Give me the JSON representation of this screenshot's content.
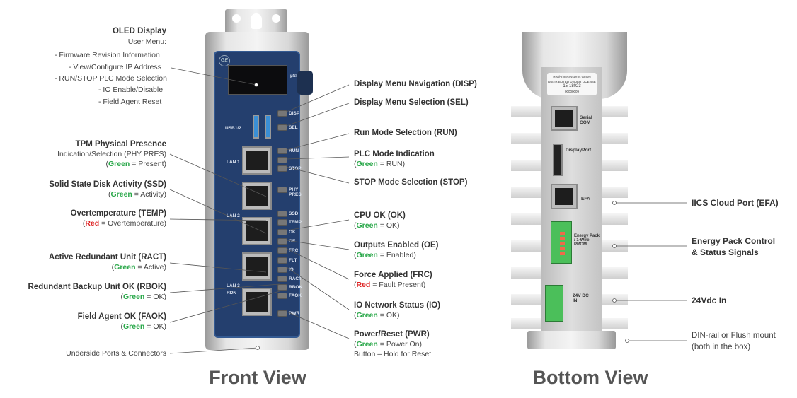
{
  "front": {
    "title": "Front View",
    "oled": {
      "title": "OLED Display",
      "menu": "User Menu:",
      "items": [
        "-  Firmware Revision Information",
        "-  View/Configure IP Address",
        "-  RUN/STOP PLC Mode Selection",
        "-  IO Enable/Disable",
        "-  Field Agent Reset"
      ]
    },
    "tpm": {
      "title": "TPM Physical Presence",
      "line1": "Indication/Selection (PHY PRES)",
      "state": "Green",
      "desc": " = Present)"
    },
    "ssd": {
      "title": "Solid State Disk Activity (SSD)",
      "state": "Green",
      "desc": " = Activity)"
    },
    "temp": {
      "title": "Overtemperature (TEMP)",
      "state": "Red",
      "desc": " = Overtemperature)"
    },
    "ract": {
      "title": "Active Redundant Unit (RACT)",
      "state": "Green",
      "desc": " = Active)"
    },
    "rbok": {
      "title": "Redundant Backup Unit OK (RBOK)",
      "state": "Green",
      "desc": " = OK)"
    },
    "faok": {
      "title": "Field Agent OK (FAOK)",
      "state": "Green",
      "desc": " = OK)"
    },
    "underside": "Underside Ports & Connectors",
    "disp": "Display Menu Navigation (DISP)",
    "sel": "Display Menu Selection (SEL)",
    "run": "Run Mode Selection (RUN)",
    "plc": {
      "title": "PLC Mode Indication",
      "state": "Green",
      "desc": " = RUN)"
    },
    "stop": "STOP Mode Selection (STOP)",
    "ok": {
      "title": "CPU OK (OK)",
      "state": "Green",
      "desc": " = OK)"
    },
    "oe": {
      "title": "Outputs Enabled (OE)",
      "state": "Green",
      "desc": " = Enabled)"
    },
    "frc": {
      "title": "Force Applied (FRC)",
      "state": "Red",
      "desc": " = Fault Present)"
    },
    "io": {
      "title": "IO Network Status (IO)",
      "state": "Green",
      "desc": " = OK)"
    },
    "pwr": {
      "title": "Power/Reset (PWR)",
      "state": "Green",
      "desc": " = Power On)",
      "line3": "Button – Hold for Reset"
    },
    "panel": {
      "logo": "GE",
      "usi": "µSI",
      "usb": "USB1/2",
      "lan1": "LAN 1",
      "lan2": "LAN 2",
      "lan3": "LAN 3",
      "rdn": "RDN",
      "leds": [
        "DISP",
        "SEL",
        "RUN",
        "",
        "STOP",
        "PHY PRES",
        "SSD",
        "TEMP",
        "OK",
        "OE",
        "FRC",
        "FLT",
        "IO",
        "RACT",
        "RBOK",
        "FAOK",
        "PWR"
      ]
    }
  },
  "bottom": {
    "title": "Bottom View",
    "sticker": [
      "Real-Time Systems GmbH",
      "DISTRIBUTED UNDER LICENSE",
      "15-18023",
      "00000009"
    ],
    "ports": {
      "serial": "Serial COM",
      "dp": "DisplayPort",
      "efa": "EFA",
      "energy": "Energy Pack / 1-Wire PROM",
      "dc": "24V DC IN"
    },
    "iics": "IICS Cloud Port (EFA)",
    "energy": [
      "Energy Pack Control",
      "& Status Signals"
    ],
    "dcin": "24Vdc In",
    "din": [
      "DIN-rail or Flush mount",
      "(both in the box)"
    ]
  }
}
